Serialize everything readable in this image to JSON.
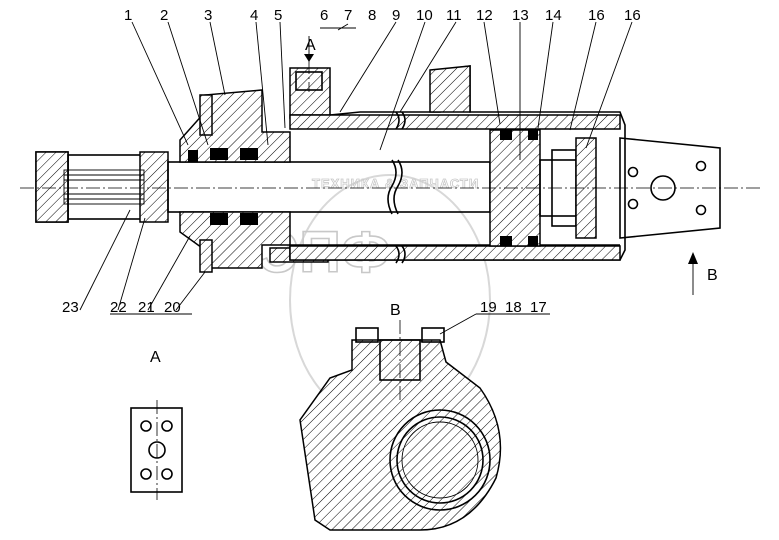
{
  "part_numbers": [
    "1",
    "2",
    "3",
    "4",
    "5",
    "6",
    "7",
    "8",
    "9",
    "10",
    "11",
    "12",
    "13",
    "14",
    "16",
    "16"
  ],
  "bottom_numbers": [
    "23",
    "22",
    "21",
    "20"
  ],
  "bottom_right_numbers": [
    "19",
    "18",
    "17"
  ],
  "view_labels": {
    "section_a_marker": "A",
    "view_a_title": "A",
    "view_b_marker": "B",
    "view_b_arrow_label": "B"
  },
  "watermark": {
    "logo": "ЭПФ",
    "caption": "ТЕХНИКА & ЗАПЧАСТИ"
  }
}
